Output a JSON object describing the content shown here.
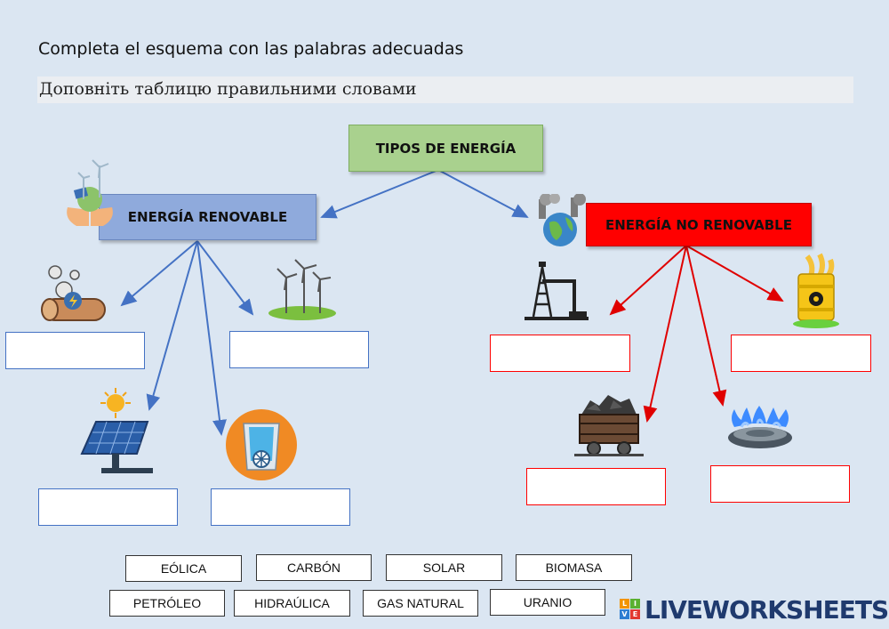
{
  "instructions": {
    "spanish": "Completa el esquema con las palabras adecuadas",
    "ukrainian": "Доповніть таблицю правильними словами"
  },
  "diagram": {
    "root": "TIPOS DE ENERGÍA",
    "renewable": "ENERGÍA RENOVABLE",
    "non_renewable": "ENERGÍA NO RENOVABLE",
    "colors": {
      "renewable_arrow": "#4472c4",
      "non_renewable_arrow": "#ff0000"
    }
  },
  "answer_boxes": {
    "renewable": [
      "",
      "",
      "",
      ""
    ],
    "non_renewable": [
      "",
      "",
      "",
      ""
    ]
  },
  "icons": {
    "renewable": [
      "biomass-log-icon",
      "wind-turbines-icon",
      "solar-panel-icon",
      "hydro-dam-icon"
    ],
    "non_renewable": [
      "oil-pump-icon",
      "uranium-barrel-icon",
      "coal-cart-icon",
      "gas-burner-icon"
    ],
    "headers": [
      "renewable-energy-icon",
      "polluted-earth-icon"
    ]
  },
  "word_bank": {
    "row1": [
      "EÓLICA",
      "CARBÓN",
      "SOLAR",
      "BIOMASA"
    ],
    "row2": [
      "PETRÓLEO",
      "HIDRAÚLICA",
      "GAS NATURAL",
      "URANIO"
    ]
  },
  "branding": {
    "logo_text": "LIVEWORKSHEETS",
    "logo_mark_letters": [
      "L",
      "I",
      "V",
      "E"
    ]
  }
}
